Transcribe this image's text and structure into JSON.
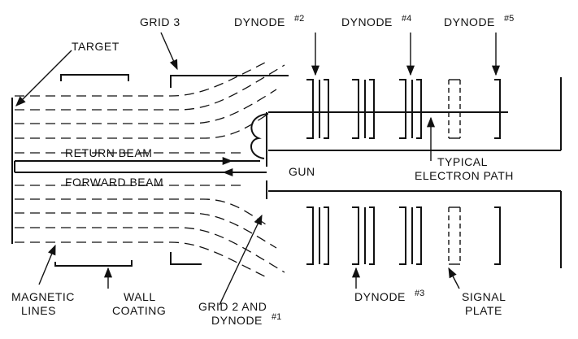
{
  "labels": {
    "target": "TARGET",
    "grid3": "GRID 3",
    "dynode2": "DYNODE",
    "dynode2_num": "#2",
    "dynode4": "DYNODE",
    "dynode4_num": "#4",
    "dynode5": "DYNODE",
    "dynode5_num": "#5",
    "return_beam": "RETURN BEAM",
    "forward_beam": "FORWARD BEAM",
    "gun": "GUN",
    "typical": "TYPICAL",
    "electron_path": "ELECTRON PATH",
    "magnetic": "MAGNETIC",
    "lines": "LINES",
    "wall": "WALL",
    "coating": "COATING",
    "grid2_and": "GRID 2  AND",
    "dynode1": "DYNODE",
    "dynode1_num": "#1",
    "dynode3": "DYNODE",
    "dynode3_num": "#3",
    "signal": "SIGNAL",
    "plate": "PLATE"
  }
}
